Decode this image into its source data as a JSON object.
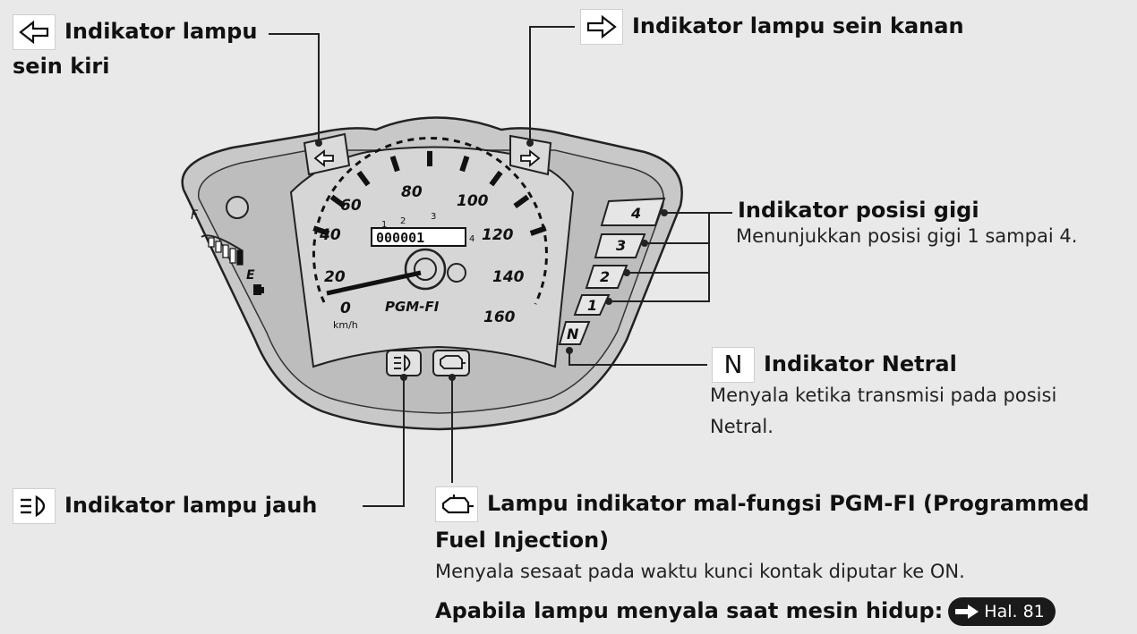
{
  "labels": {
    "left_turn": {
      "line1": "Indikator lampu",
      "line2": "sein kiri"
    },
    "right_turn": {
      "title": "Indikator lampu sein kanan"
    },
    "gear": {
      "title": "Indikator posisi gigi",
      "desc": "Menunjukkan posisi gigi 1 sampai 4."
    },
    "neutral": {
      "symbol": "N",
      "title": "Indikator Netral",
      "desc_line1": "Menyala ketika transmisi pada posisi",
      "desc_line2": "Netral."
    },
    "high_beam": {
      "title": "Indikator lampu jauh"
    },
    "pgmfi": {
      "title_line1": "Lampu indikator mal-fungsi PGM-FI (Programmed",
      "title_line2": "Fuel Injection)",
      "desc": "Menyala sesaat pada waktu kunci kontak diputar ke ON.",
      "warning": "Apabila lampu menyala saat mesin hidup:",
      "ref": "Hal. 81"
    }
  },
  "gauge": {
    "speed_labels": [
      "0",
      "20",
      "40",
      "60",
      "80",
      "100",
      "120",
      "140",
      "160"
    ],
    "unit": "km/h",
    "brand": "PGM-FI",
    "odometer": "000001",
    "small_ticks": [
      "1",
      "2",
      "3",
      "4"
    ],
    "fuel_full": "F",
    "fuel_empty": "E",
    "gears": [
      "4",
      "3",
      "2",
      "1",
      "N"
    ]
  },
  "icons": [
    "left-arrow-icon",
    "right-arrow-icon",
    "high-beam-icon",
    "engine-icon",
    "fuel-pump-icon",
    "arrow-right-icon"
  ],
  "colors": {
    "background": "#e9e9e9",
    "panel": "#bdbdbd",
    "ink": "#111111"
  }
}
